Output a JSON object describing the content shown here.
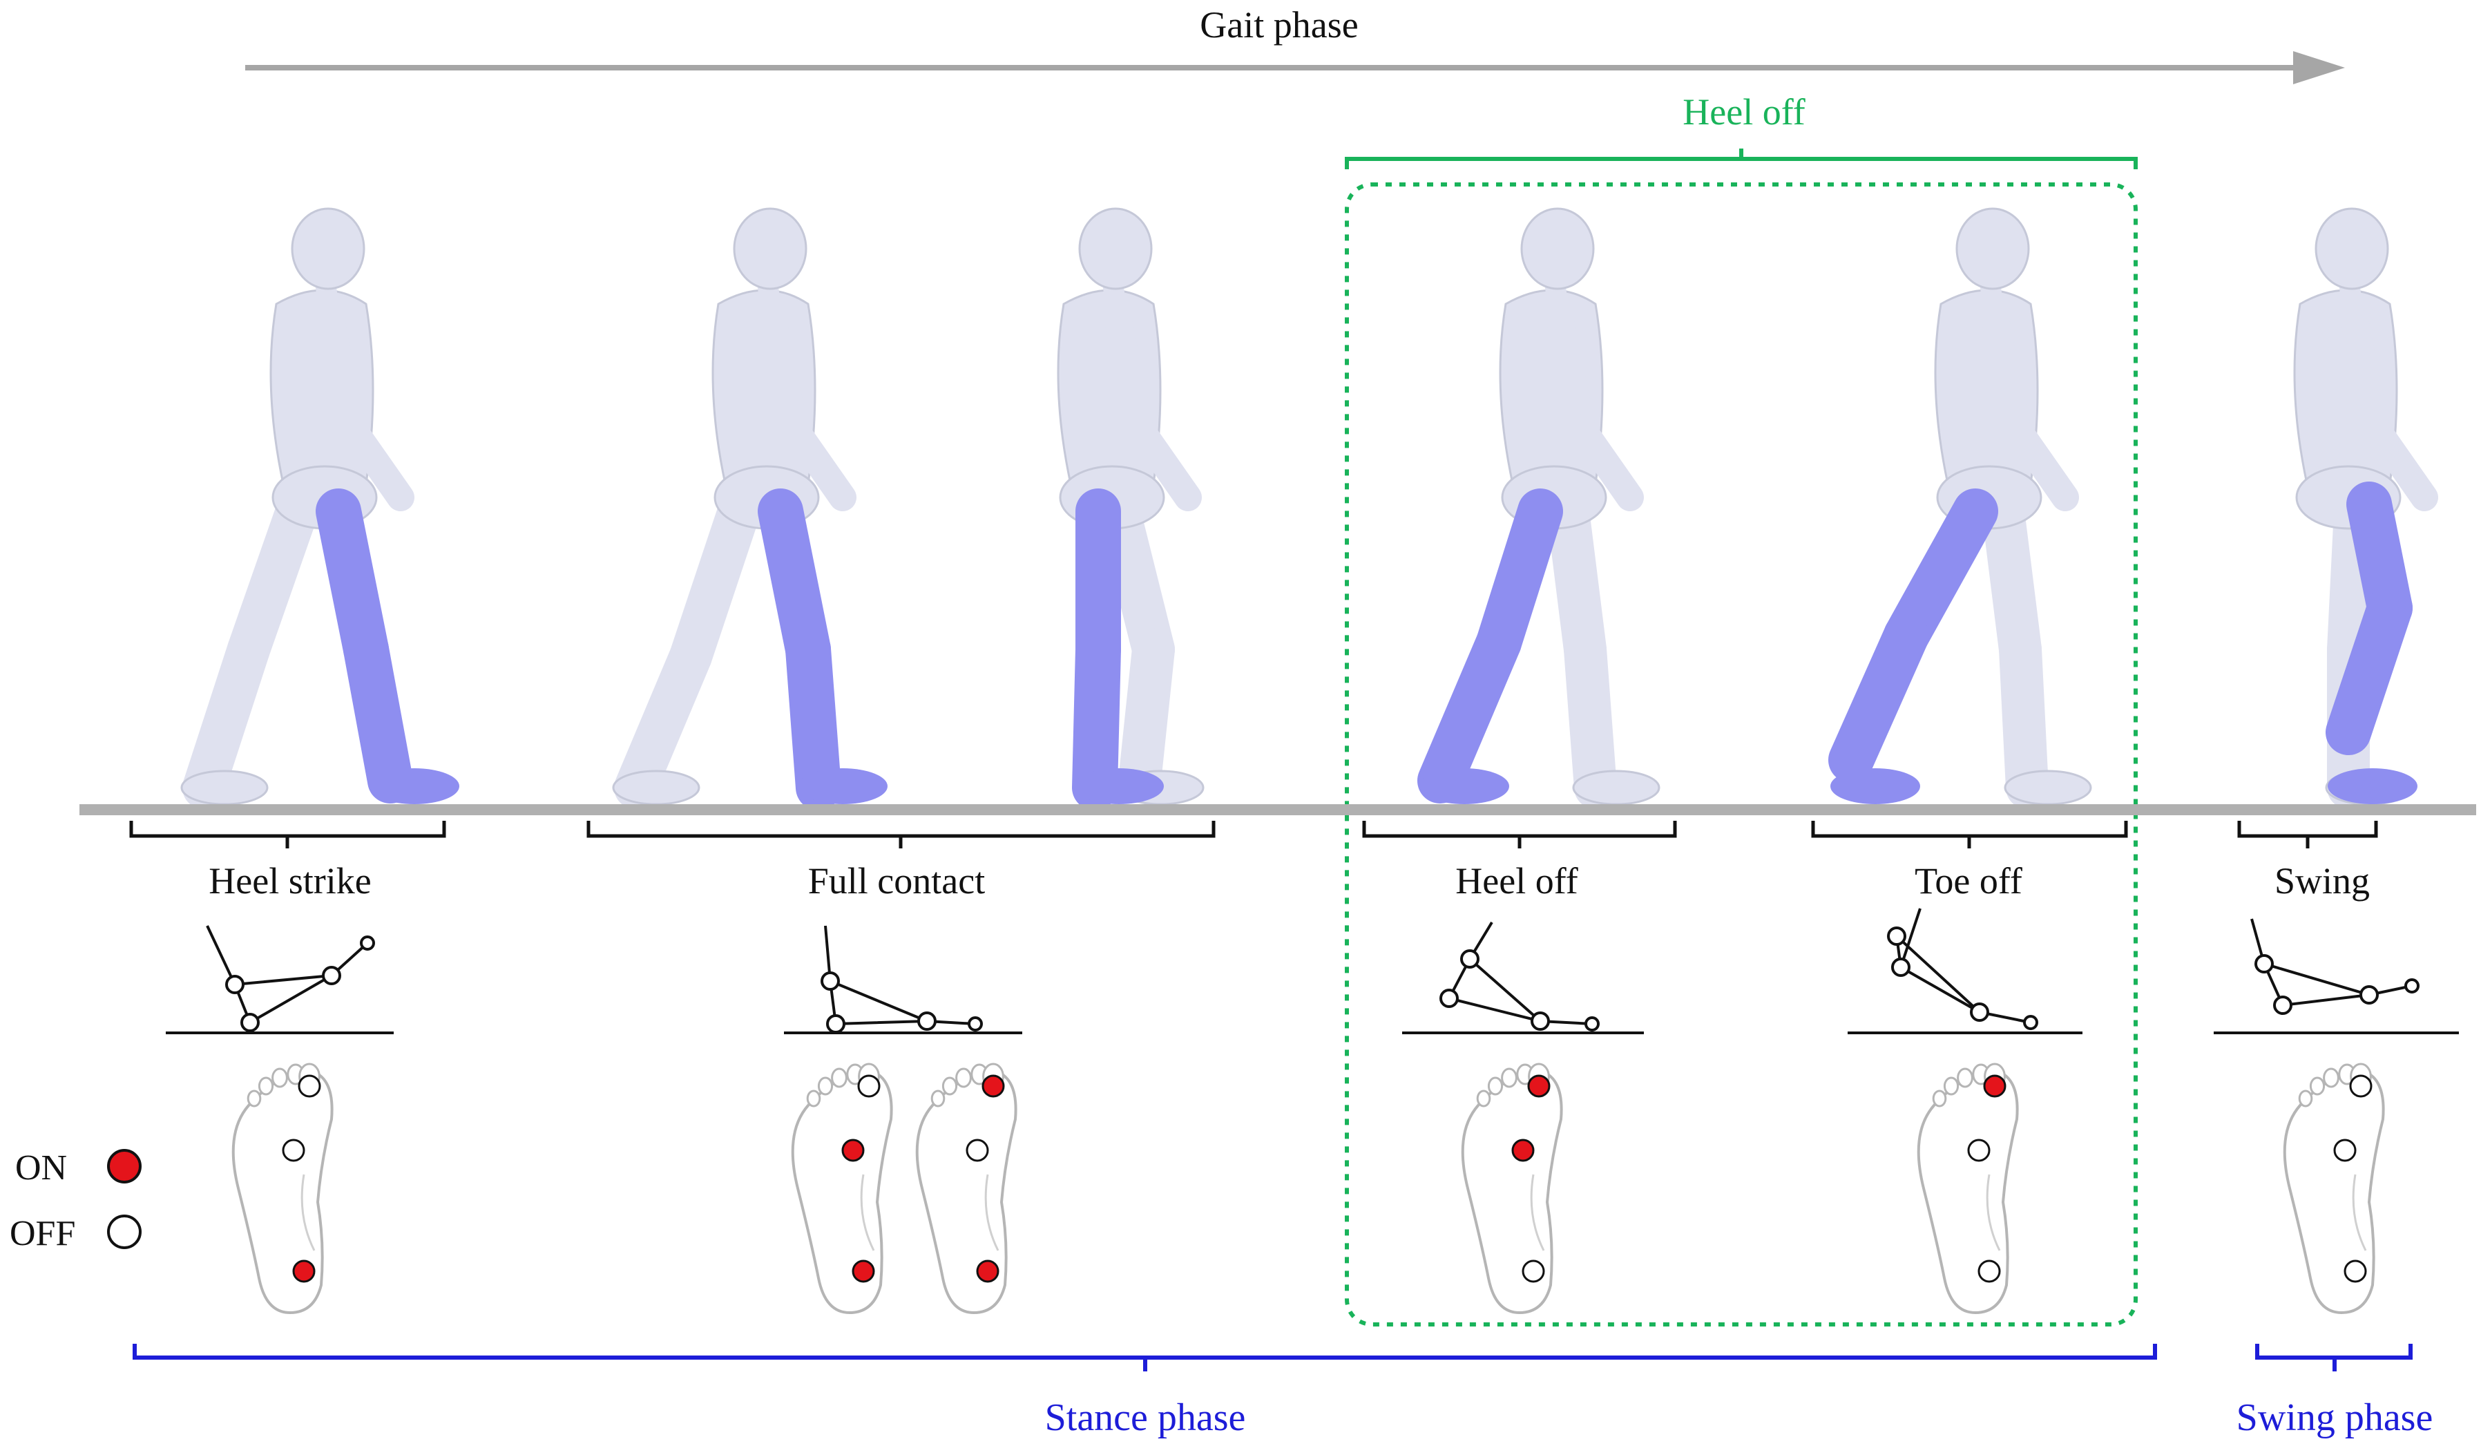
{
  "header": {
    "title": "Gait phase"
  },
  "group": {
    "heel_off_title": "Heel off"
  },
  "phases": [
    {
      "label": "Heel strike",
      "sensors": {
        "toe": false,
        "mid": false,
        "heel": true
      }
    },
    {
      "label": "Full contact",
      "sensors_a": {
        "toe": false,
        "mid": true,
        "heel": true
      },
      "sensors_b": {
        "toe": true,
        "mid": false,
        "heel": true
      }
    },
    {
      "label": "Heel off",
      "sensors": {
        "toe": true,
        "mid": true,
        "heel": false
      }
    },
    {
      "label": "Toe off",
      "sensors": {
        "toe": true,
        "mid": false,
        "heel": false
      }
    },
    {
      "label": "Swing",
      "sensors": {
        "toe": false,
        "mid": false,
        "heel": false
      }
    }
  ],
  "legend": {
    "on": "ON",
    "off": "OFF"
  },
  "bottom": {
    "stance": "Stance phase",
    "swing": "Swing phase"
  },
  "colors": {
    "on": "#e4141b",
    "off": "#ffffff",
    "leg_highlight": "#8e8ef0",
    "body": "#dfe1ef",
    "group_green": "#19b35a",
    "phase_blue": "#1d1dd8",
    "arrow_gray": "#a6a6a6",
    "ground": "#b0b0b0"
  }
}
